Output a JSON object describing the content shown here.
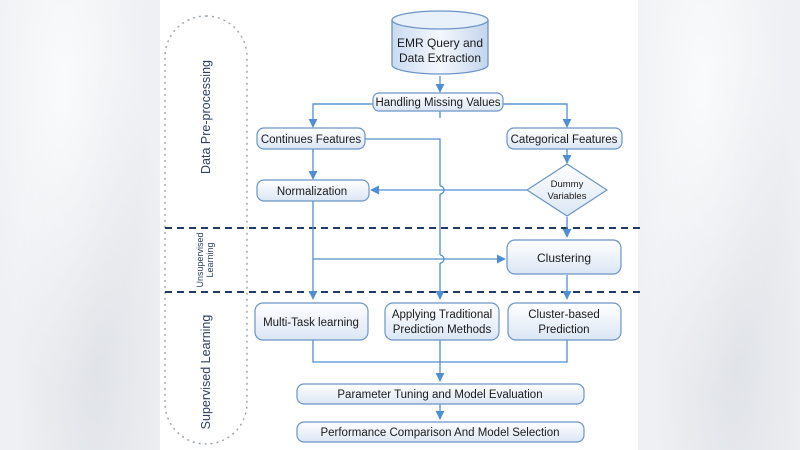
{
  "diagram": {
    "database": {
      "line1": "EMR Query and",
      "line2": "Data Extraction"
    },
    "missing": "Handling Missing Values",
    "continues": "Continues Features",
    "categorical": "Categorical Features",
    "normalization": "Normalization",
    "dummy": {
      "line1": "Dummy",
      "line2": "Variables"
    },
    "clustering": "Clustering",
    "multitask": "Multi-Task learning",
    "traditional": {
      "line1": "Applying Traditional",
      "line2": "Prediction Methods"
    },
    "cluster_pred": {
      "line1": "Cluster-based",
      "line2": "Prediction"
    },
    "tuning": "Parameter Tuning and Model Evaluation",
    "comparison": "Performance Comparison And Model Selection"
  },
  "sections": {
    "preprocessing": "Data Pre-processing",
    "unsupervised": {
      "line1": "Unsupervised",
      "line2": "Learning"
    },
    "supervised": "Supervised Learning"
  },
  "colors": {
    "box_fill_top": "#ffffff",
    "box_fill_bottom": "#dbe6f4",
    "box_stroke": "#6b95c6",
    "arrow": "#4f8fd1",
    "dash": "#1f3b66",
    "dotted": "#9aa3ad"
  }
}
